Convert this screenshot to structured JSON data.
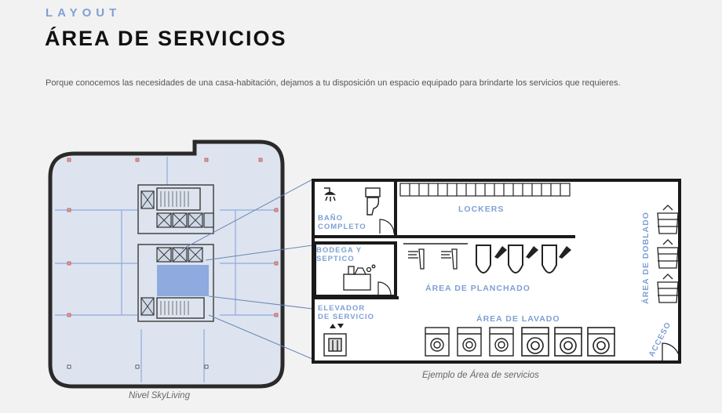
{
  "header": {
    "eyebrow": "LAYOUT",
    "title": "ÁREA DE SERVICIOS",
    "intro": "Porque conocemos las necesidades de una casa-habitación, dejamos a tu disposición un espacio equipado para brindarte los servicios que requieres."
  },
  "captions": {
    "floorplan": "Nivel SkyLiving",
    "service_area": "Ejemplo de Área de servicios"
  },
  "rooms": {
    "bano_line1": "BAÑO",
    "bano_line2": "COMPLETO",
    "bodega_line1": "BODEGA Y",
    "bodega_line2": "SEPTICO",
    "elevador_line1": "ELEVADOR",
    "elevador_line2": "DE SERVICIO",
    "lockers": "LOCKERS",
    "planchado": "ÁREA DE PLANCHADO",
    "lavado": "ÁREA DE LAVADO",
    "doblado": "ÁREA DE DOBLADO",
    "acceso": "ACCESO"
  },
  "colors": {
    "accent": "#7ea0d4",
    "floor_fill": "#dde4ef",
    "highlight": "#8eaadf",
    "wall": "#1a1a1a"
  }
}
